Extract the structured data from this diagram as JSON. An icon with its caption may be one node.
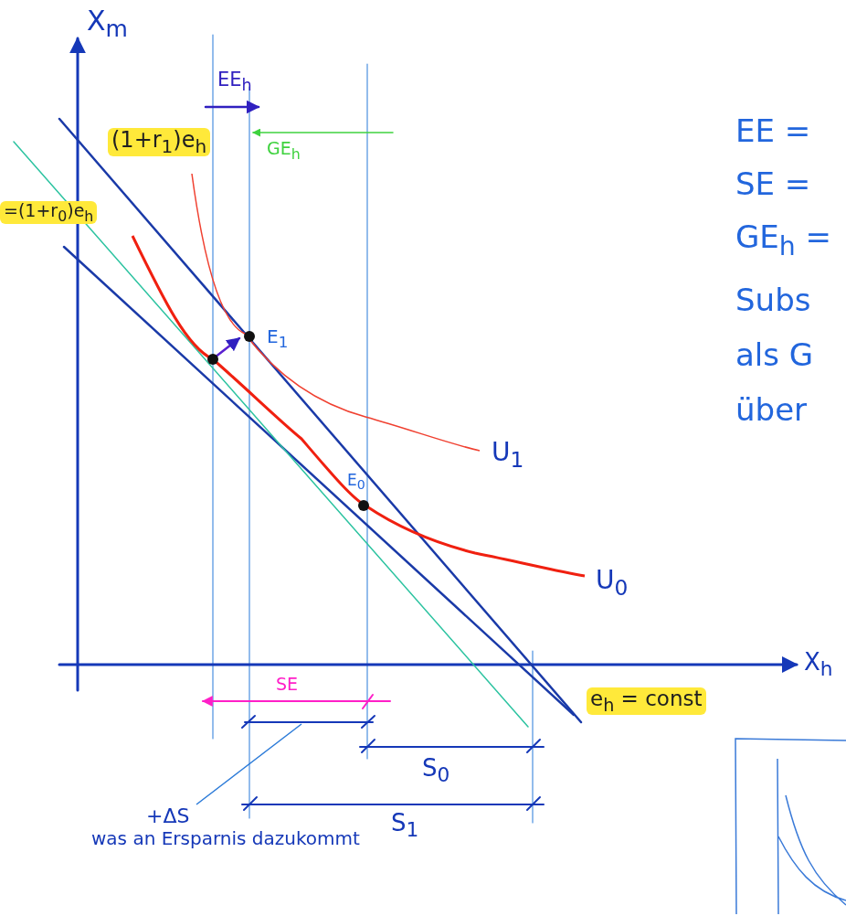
{
  "diagram": {
    "nodes": [
      {
        "text": [
          "+ΔS",
          "was an Ersparnis dazukommt"
        ]
      },
      {
        "text": [],
        "shape": "bar"
      }
    ],
    "edges": [
      {
        "from": 0,
        "to": 1,
        "arrow": "none"
      }
    ],
    "labels": [
      "X$_{m}$",
      "EE$_{h}$",
      "(1+r$_{1}$)e$_{h}$",
      "GE$_{h}$",
      "EE =",
      "SE =",
      "=(1+r$_{0}$)e$_{h}$",
      "GE$_{h}$ =",
      "Subs",
      "E$_{1}$",
      "als G",
      "über",
      "U$_{1}$",
      "E$_{0}$",
      "U$_{0}$",
      "X$_{h}$",
      "e$_{h}$ = const",
      "SE",
      "S$_{0}$",
      "S$_{1}$"
    ]
  }
}
